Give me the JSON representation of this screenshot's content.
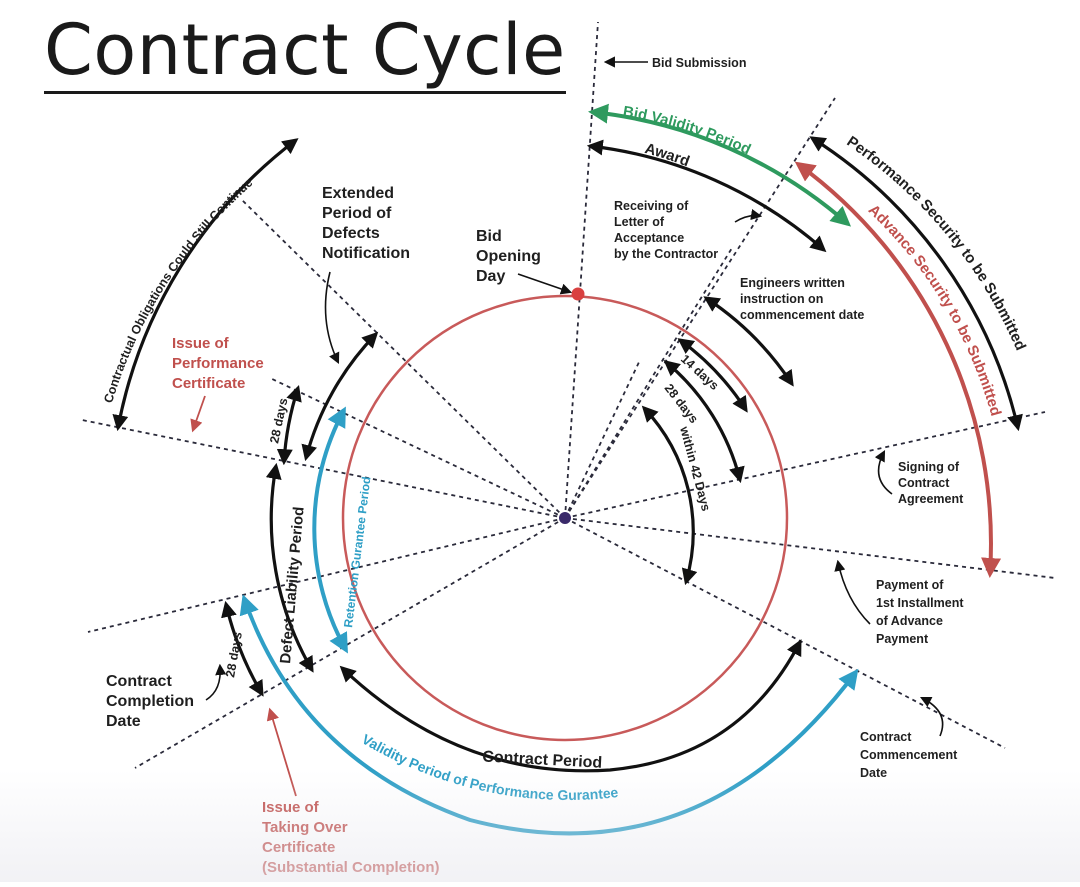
{
  "title": "Contract Cycle",
  "labels": {
    "bid_submission": "Bid Submission",
    "bid_validity": "Bid Validity Period",
    "award": "Award",
    "performance_security": "Performance Security to be Submitted",
    "advance_security": "Advance Security to be Submitted",
    "receiving_loa": [
      "Receiving of",
      "Letter of",
      "Acceptance",
      "by the Contractor"
    ],
    "engineers_instruction": [
      "Engineers written",
      "instruction on",
      "commencement date"
    ],
    "bid_opening": [
      "Bid",
      "Opening",
      "Day"
    ],
    "extended_period": [
      "Extended",
      "Period of",
      "Defects",
      "Notification"
    ],
    "contractual_obligations": "Contractual Obligations Could Still Continue",
    "issue_performance_cert": [
      "Issue of",
      "Performance",
      "Certificate"
    ],
    "days_28_a": "28 days",
    "days_14": "14 days",
    "days_28_b": "28 days",
    "within_42": "within 42 Days",
    "signing_agreement": [
      "Signing of",
      "Contract",
      "Agreement"
    ],
    "payment_advance": [
      "Payment of",
      "1st Installment",
      "of Advance",
      "Payment"
    ],
    "defect_liability": "Defect Liability Period",
    "retention_guarantee": "Retention Gurantee Period",
    "days_28_c": "28 days",
    "contract_completion": [
      "Contract",
      "Completion",
      "Date"
    ],
    "contract_commencement": [
      "Contract",
      "Commencement",
      "Date"
    ],
    "contract_period": "Contract Period",
    "validity_performance": "Validity Period of Performance Gurantee",
    "issue_taking_over": [
      "Issue of",
      "Taking Over",
      "Certificate",
      "(Substantial Completion)"
    ]
  },
  "colors": {
    "green": "#2e9a5e",
    "red": "#c0504d",
    "blue": "#2f9fc6",
    "black": "#111111",
    "circle": "#c85a5a"
  }
}
